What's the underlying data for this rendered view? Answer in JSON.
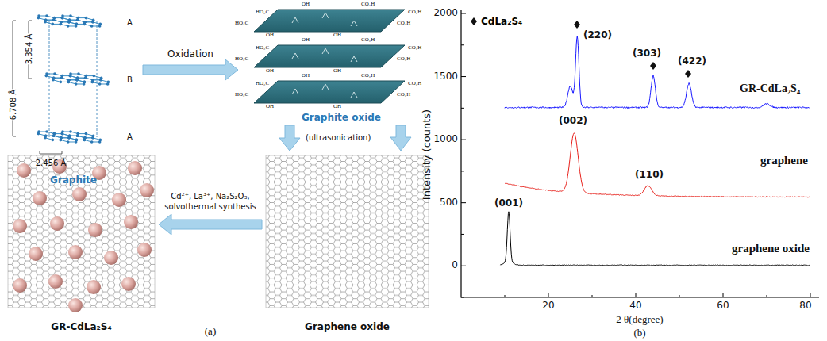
{
  "diagram": {
    "nodes": [
      {
        "text": [
          "Graphite"
        ]
      },
      {
        "text": [
          "Graphite oxide"
        ]
      },
      {
        "text": [
          "Graphene oxide"
        ]
      },
      {
        "text": [
          "GR-CdLa₂S₄"
        ]
      }
    ],
    "edges": [
      {
        "from": 0,
        "to": 1,
        "arrow": "to",
        "label": "Oxidation"
      },
      {
        "from": 1,
        "to": 2,
        "arrow": "to",
        "label": "(ultrasonication)"
      },
      {
        "from": 2,
        "to": 3,
        "arrow": "to",
        "label": "Cd²⁺, La³⁺, Na₂S₂O₃, solvothermal synthesis"
      }
    ],
    "labels": [
      "A",
      "B",
      "A",
      "3.354 Å",
      "6.708 Å",
      "2.456 Å",
      "(a)",
      "HO₂C",
      "HO₂C",
      "CO₂H",
      "CO₂H",
      "OH",
      "CO₂H",
      "OH",
      "OH",
      "HO₂C",
      "HO₂C",
      "CO₂H",
      "CO₂H",
      "OH",
      "CO₂H",
      "OH",
      "OH",
      "HO₂C",
      "HO₂C",
      "CO₂H",
      "CO₂H",
      "OH",
      "CO₂H",
      "OH",
      "OH",
      "(220)",
      "(303)",
      "(422)",
      "(002)",
      "(110)",
      "(001)",
      "GR-CdLa₂S₄",
      "graphene",
      "graphene oxide",
      "2000",
      "1500",
      "1000",
      "500",
      "0",
      "20",
      "40",
      "60",
      "80",
      "Intensity (counts)",
      "2 θ(degree)",
      "(b)"
    ],
    "legend": [
      {
        "text": "CdLa₂S₄"
      }
    ]
  }
}
